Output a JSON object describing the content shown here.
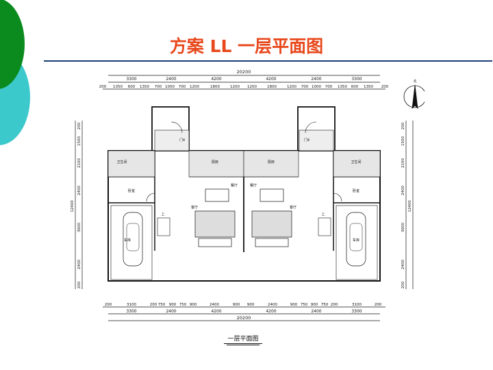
{
  "slide": {
    "title": "方案 LL 一层平面图",
    "caption": "一层平面图"
  },
  "colors": {
    "title": "#e8481b",
    "rule": "#1b3c73",
    "deco_green": "#0b8a1e",
    "deco_cyan": "#3cc9cc"
  },
  "plan": {
    "dims_top_total": "20200",
    "dims_top_row1": [
      "3300",
      "2400",
      "4200",
      "4200",
      "2400",
      "3300"
    ],
    "dims_top_row2": [
      "200",
      "1350",
      "600",
      "1350",
      "700",
      "1000",
      "700",
      "1200",
      "1800",
      "1200",
      "1200",
      "1800",
      "1200",
      "700",
      "1000",
      "700",
      "1350",
      "600",
      "1350",
      "200"
    ],
    "dims_bottom_row1": [
      "200",
      "3100",
      "200",
      "750",
      "900",
      "750",
      "900",
      "2400",
      "900",
      "900",
      "2400",
      "900",
      "750",
      "900",
      "750",
      "200",
      "3100",
      "200"
    ],
    "dims_bottom_row2": [
      "3300",
      "2400",
      "4200",
      "4200",
      "2400",
      "3300"
    ],
    "dims_bottom_total": "20200",
    "dims_left": [
      "200",
      "1500",
      "2100",
      "2400",
      "3600",
      "2400",
      "200"
    ],
    "dims_left_total": "12400",
    "dims_right": [
      "200",
      "1500",
      "2100",
      "2400",
      "3600",
      "2400",
      "200"
    ],
    "dims_right_total": "12400",
    "rooms": {
      "bath_left": "卫生间",
      "kitchen_left": "厨房",
      "kitchen_right": "厨房",
      "bath_right": "卫生间",
      "bedroom_left": "卧室",
      "bedroom_right": "卧室",
      "dining_left": "餐厅",
      "dining_right": "餐厅",
      "living_left": "客厅",
      "living_right": "客厅",
      "garage_left": "车库",
      "garage_right": "车库",
      "stair_label": "上",
      "stair_label2": "上",
      "step_code_left": "门4",
      "step_code_right": "门4"
    },
    "north": "北"
  }
}
